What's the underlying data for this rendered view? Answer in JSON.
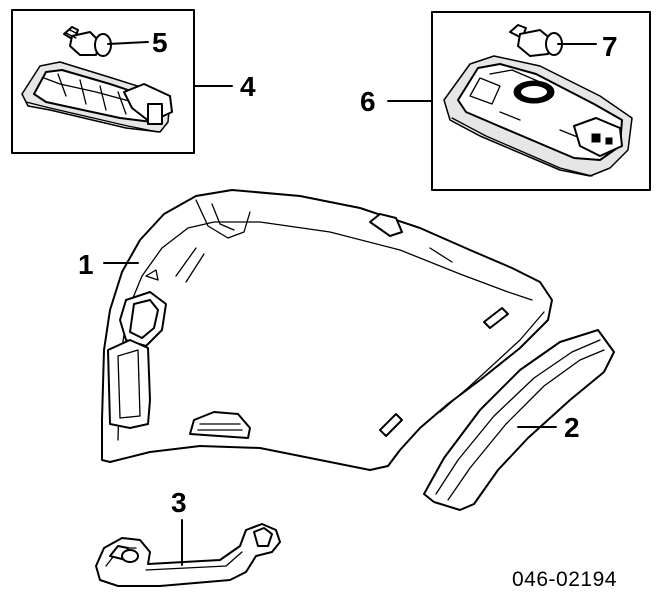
{
  "labels": {
    "p1": "1",
    "p2": "2",
    "p3": "3",
    "p4": "4",
    "p5": "5",
    "p6": "6",
    "p7": "7"
  },
  "diagram_code": "046-02194"
}
